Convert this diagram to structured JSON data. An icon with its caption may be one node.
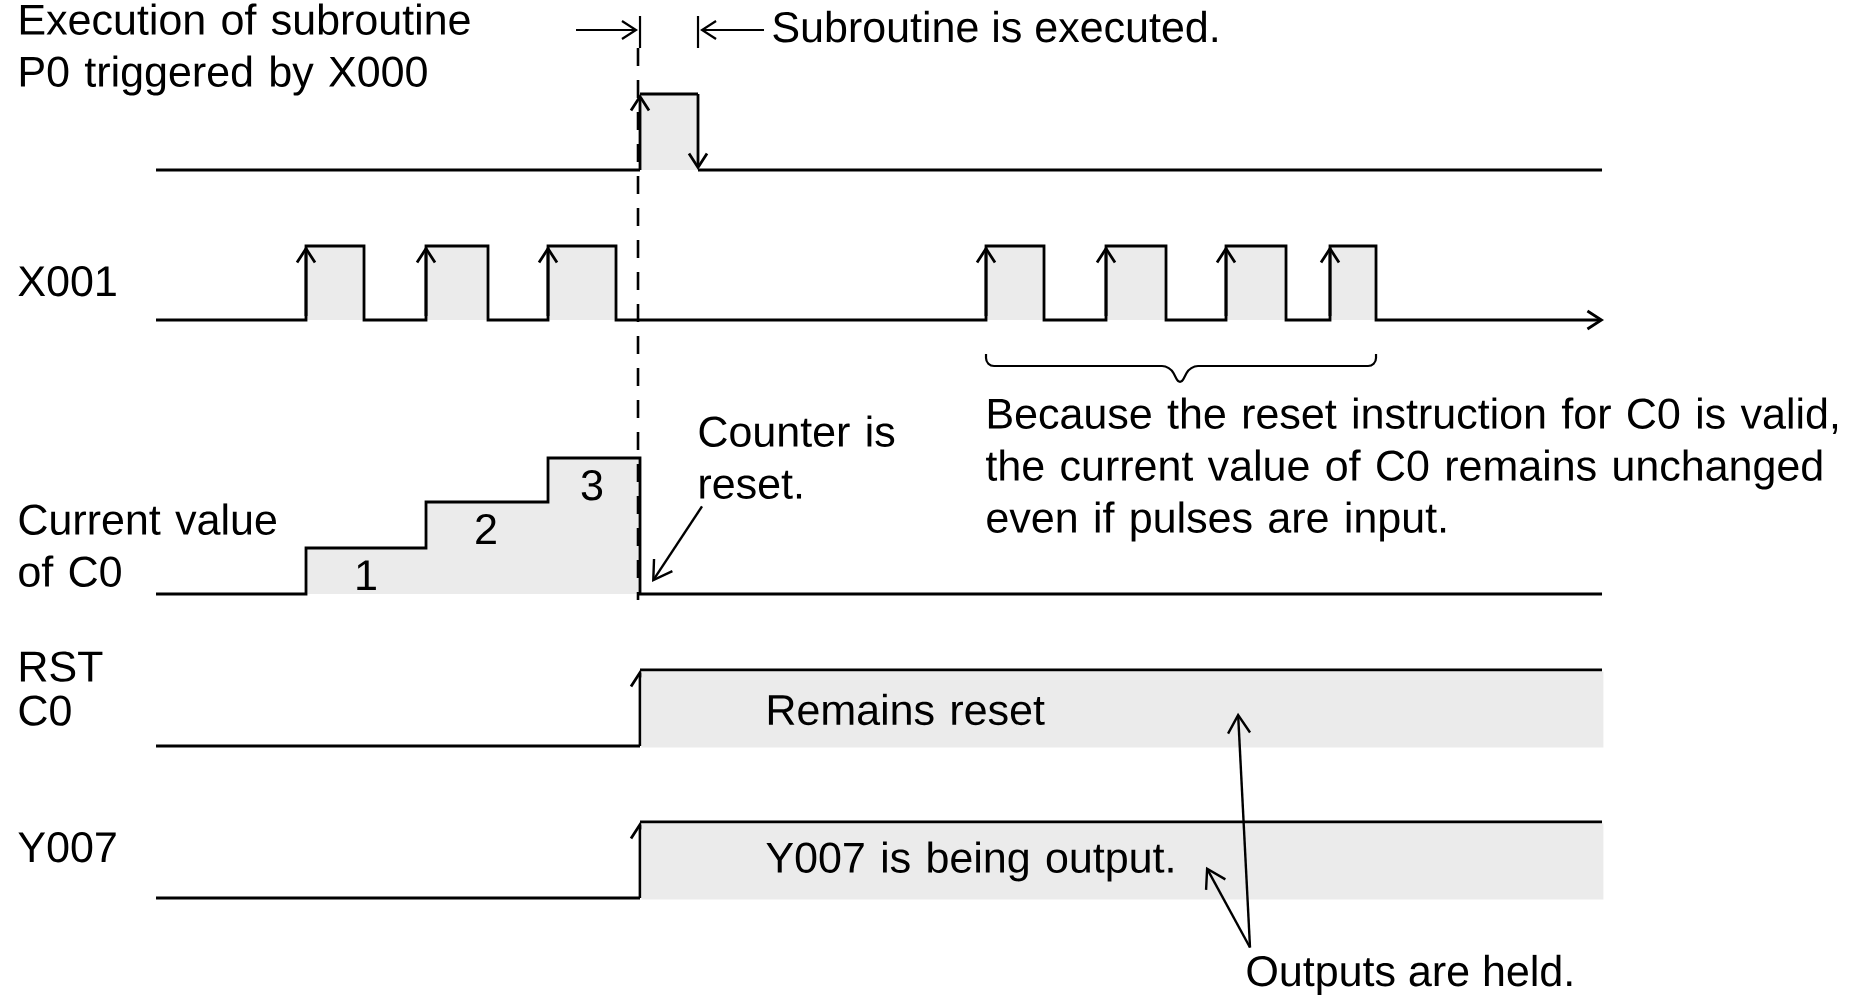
{
  "diagram": {
    "nodes": [
      {
        "text": [
          "Remains reset"
        ]
      },
      {
        "text": [
          "Y007 is being output."
        ]
      },
      {
        "text": [
          "Counter is reset."
        ]
      },
      {
        "text": [
          "Outputs are held."
        ]
      }
    ],
    "edges": [
      {
        "from": 2,
        "to": null,
        "arrow": "to"
      },
      {
        "from": 3,
        "to": 0,
        "arrow": "to"
      },
      {
        "from": 3,
        "to": 1,
        "arrow": "to"
      }
    ],
    "labels": [
      "Execution of subroutine P0 triggered by X000",
      "Subroutine is executed.",
      "X001",
      "Current value of C0",
      "3",
      "2",
      "1",
      "Because the reset instruction for C0 is valid, the current value of C0 remains unchanged even if pulses are input.",
      "RST C0",
      "Y007"
    ]
  }
}
